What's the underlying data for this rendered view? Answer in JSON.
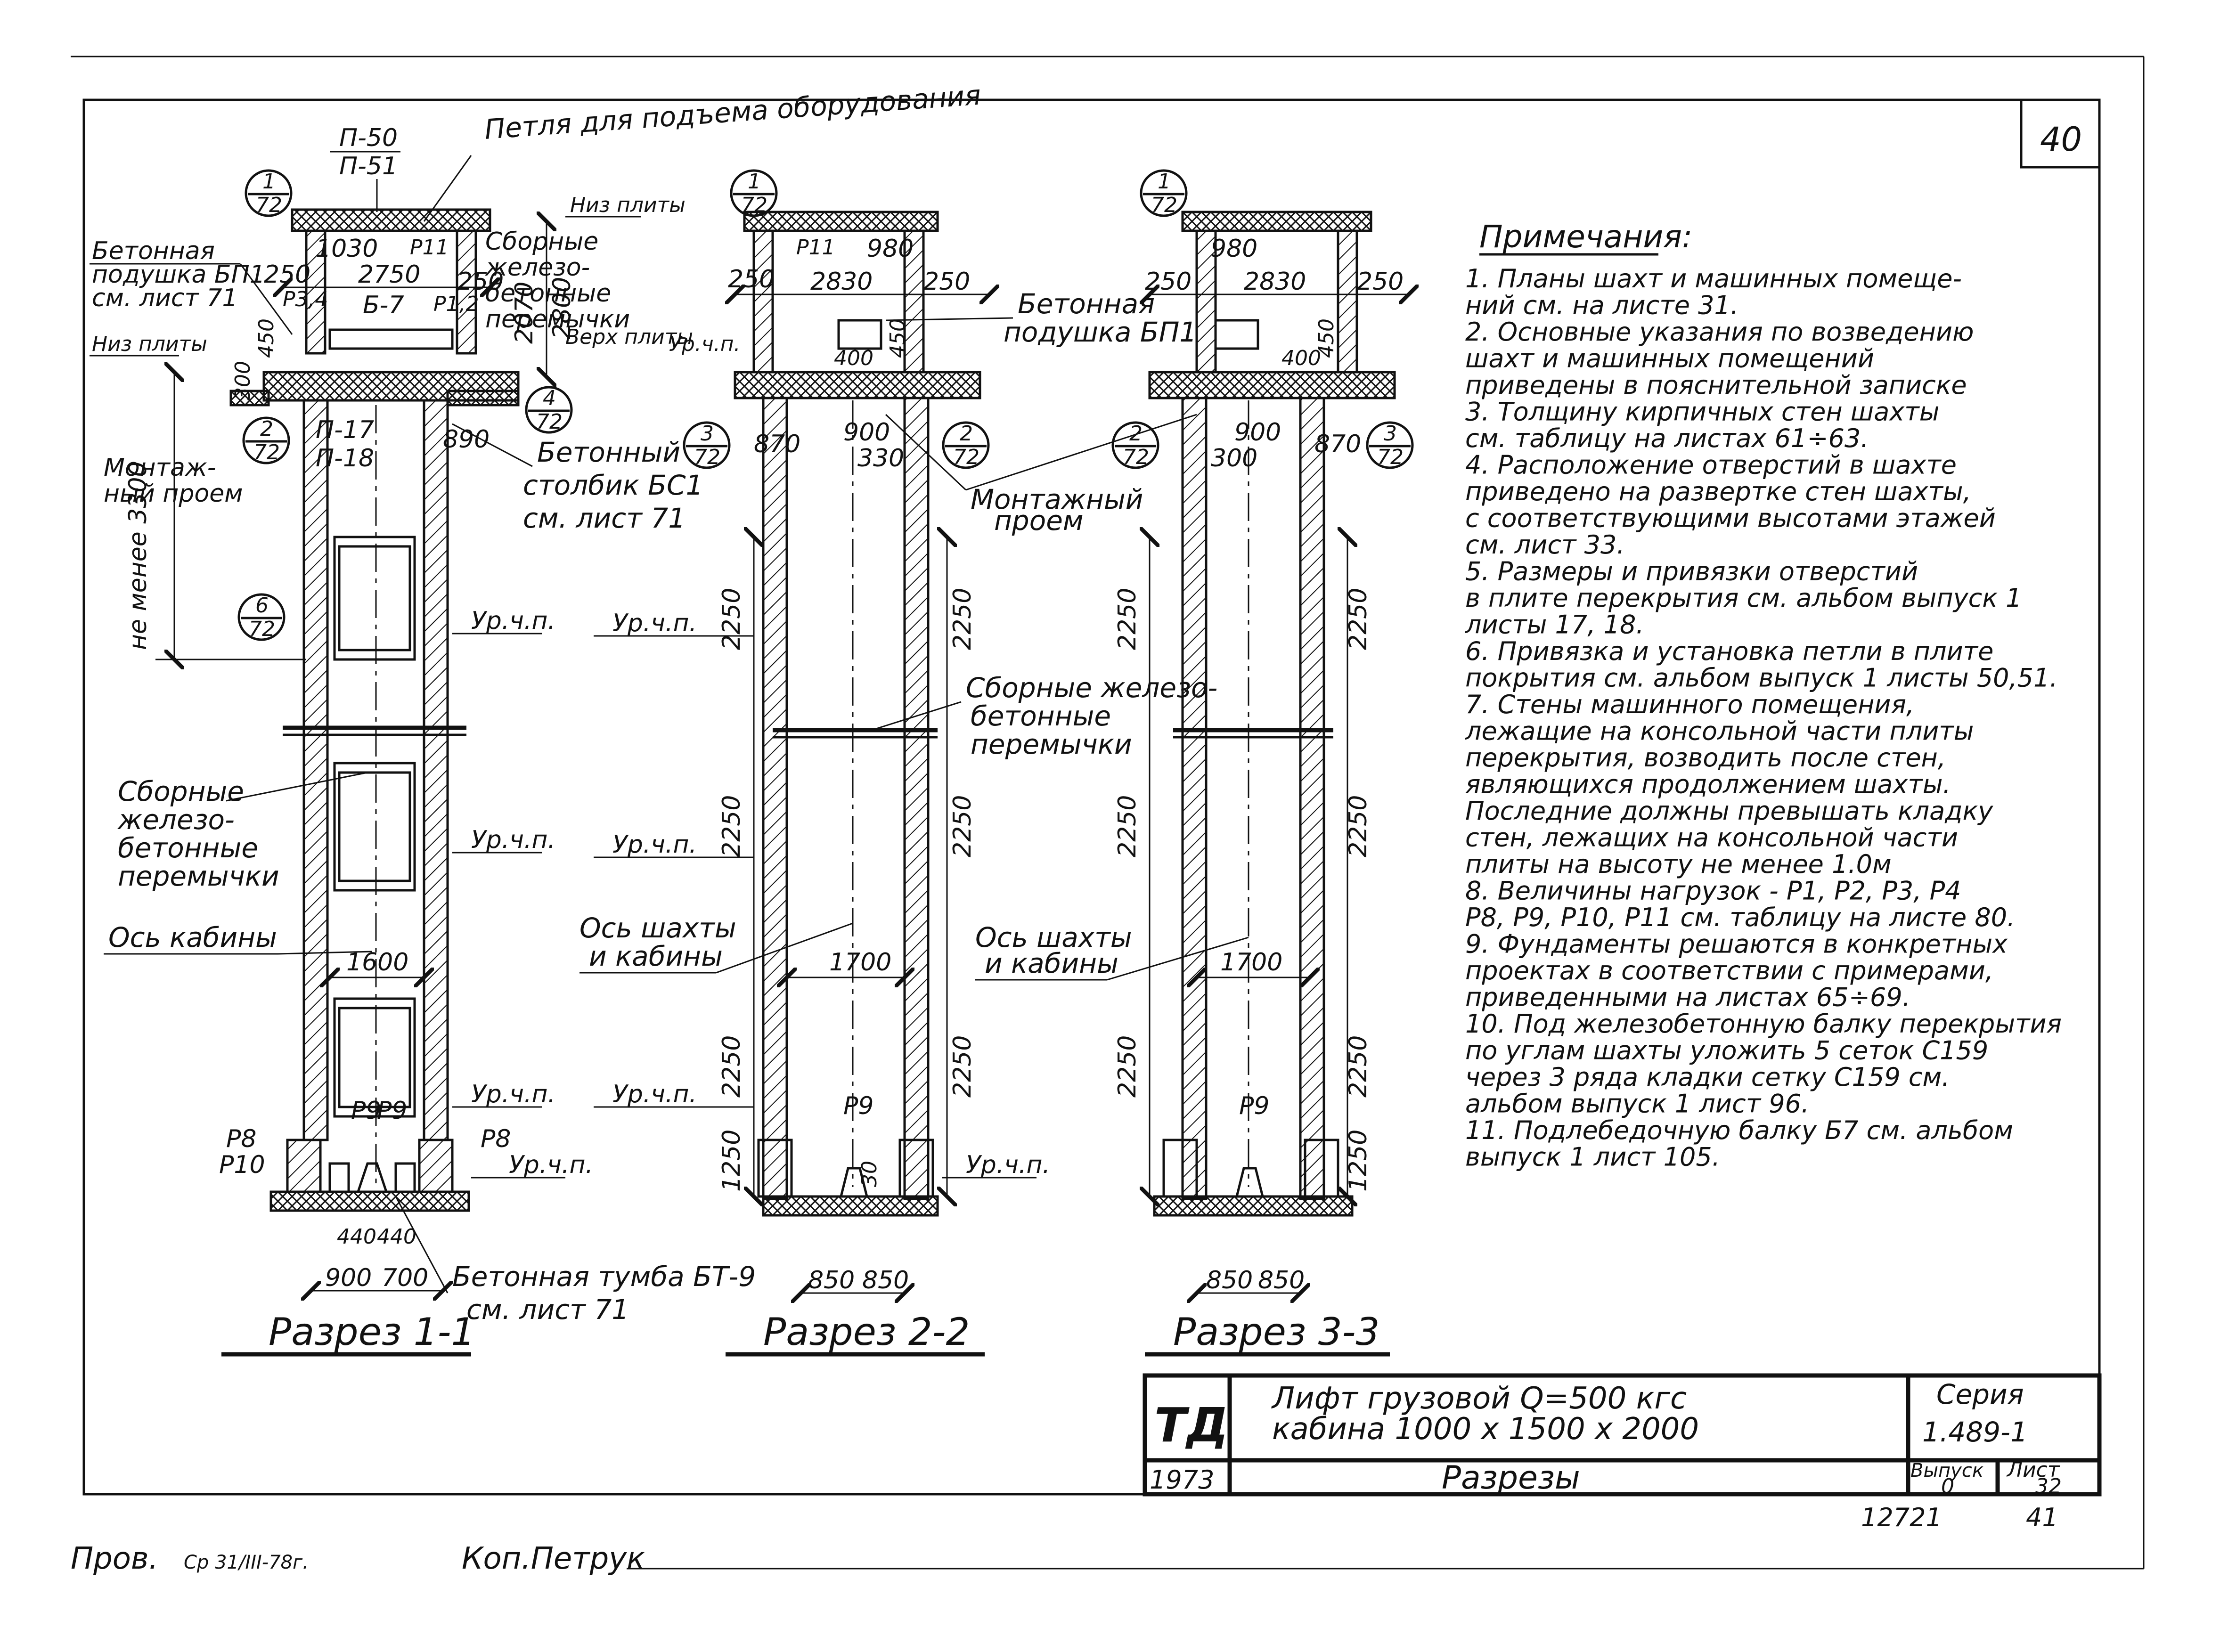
{
  "sheet": {
    "sheet_number": "40",
    "bottom_left_check": "Пров.",
    "bottom_left_check_sign": "Ср 31/III-78г.",
    "bottom_left_copy": "Коп.Петрук",
    "archive_code": "12721",
    "archive_page": "41"
  },
  "sections": {
    "s11": {
      "title": "Разрез 1-1",
      "callouts": [
        {
          "num": "1",
          "den": "72"
        },
        {
          "num": "2",
          "den": "72"
        },
        {
          "num": "6",
          "den": "72"
        },
        {
          "num": "4",
          "den": "72"
        }
      ],
      "labels": {
        "loop": "Петля для подъема оборудования",
        "p50": "П-50",
        "p51": "П-51",
        "pad": "Бетонная подушка БП1 см. лист 71",
        "bottom_slab": "Низ плиты",
        "bottom_slab2": "Низ плиты",
        "top_slab": "Верх плиты",
        "lintels_top": "Сборные железо-бетонные перемычки",
        "p17": "П-17",
        "p18": "П-18",
        "column": "Бетонный столбик БС1 см. лист 71",
        "mount_open": "Монтажный проем",
        "min_height": "не менее 3300",
        "lintels_side": "Сборные железо-бетонные перемычки",
        "cabin_axis": "Ось кабины",
        "floor_level": "Ур.ч.п.",
        "b7": "Б-7",
        "r4": "Р4",
        "r3": "Р3,4",
        "r2": "Р1,2",
        "r11": "Р11",
        "p8": "Р8",
        "p9": "Р9",
        "p10": "Р10",
        "pedestal": "Бетонная тумба БТ-9 см. лист 71"
      },
      "dims": {
        "d1030": "1030",
        "d250a": "250",
        "d2750": "2750",
        "d250b": "250",
        "d2070": "2070",
        "d2800": "2800",
        "d450": "450",
        "d300": "300",
        "d890": "890",
        "d1600": "1600",
        "d440a": "440",
        "d440b": "440",
        "d900": "900",
        "d700": "700"
      }
    },
    "s22": {
      "title": "Разрез 2-2",
      "callouts": [
        {
          "num": "1",
          "den": "72"
        },
        {
          "num": "3",
          "den": "72"
        },
        {
          "num": "2",
          "den": "72"
        }
      ],
      "labels": {
        "r11": "Р11",
        "pad": "Бетонная подушка БП1",
        "level": "Ур.ч.п.",
        "lintels": "Сборные железо-бетонные перемычки",
        "axis": "Ось шахты и кабины",
        "mount_open": "Монтажный проем",
        "p9": "Р9"
      },
      "dims": {
        "d250a": "250",
        "d2830": "2830",
        "d980": "980",
        "d250b": "250",
        "d450": "450",
        "d400": "400",
        "d870": "870",
        "d900": "900",
        "d330": "330",
        "d2250": "2250",
        "d1700": "1700",
        "d1250": "1250",
        "d850a": "850",
        "d850b": "850",
        "d30": "30"
      }
    },
    "s33": {
      "title": "Разрез 3-3",
      "callouts": [
        {
          "num": "1",
          "den": "72"
        },
        {
          "num": "2",
          "den": "72"
        },
        {
          "num": "3",
          "den": "72"
        }
      ],
      "labels": {
        "axis": "Ось шахты и кабины",
        "p9": "Р9"
      },
      "dims": {
        "d250a": "250",
        "d980": "980",
        "d2830": "2830",
        "d250b": "250",
        "d450": "450",
        "d400": "400",
        "d870": "870",
        "d900": "900",
        "d300": "300",
        "d2250": "2250",
        "d1700": "1700",
        "d1250": "1250",
        "d850a": "850",
        "d850b": "850"
      }
    }
  },
  "notes": {
    "title": "Примечания:",
    "lines": [
      "1. Планы шахт и машинных помеще-",
      "ний см. на листе 31.",
      "2. Основные указания по возведению",
      "шахт и машинных помещений",
      "приведены в пояснительной записке",
      "3. Толщину кирпичных стен шахты",
      "см. таблицу на листах 61÷63.",
      "4. Расположение отверстий в шахте",
      "приведено на развертке стен шахты,",
      "с соответствующими высотами этажей",
      "см. лист 33.",
      "5. Размеры и привязки отверстий",
      "в плите перекрытия см. альбом выпуск 1",
      "листы 17, 18.",
      "6. Привязка и установка петли в плите",
      "покрытия см. альбом выпуск 1 листы 50,51.",
      "7. Стены машинного помещения,",
      "лежащие на консольной части плиты",
      "перекрытия, возводить после стен,",
      "являющихся продолжением шахты.",
      "Последние должны превышать кладку",
      "стен, лежащих на консольной части",
      "плиты на высоту не менее 1.0м",
      "8. Величины нагрузок - Р1, Р2, Р3, Р4",
      "Р8, Р9, Р10, Р11 см. таблицу на листе 80.",
      "9. Фундаменты решаются в конкретных",
      "проектах в соответствии с примерами,",
      "приведенными на листах 65÷69.",
      "10. Под железобетонную балку перекрытия",
      "по углам шахты уложить 5 сеток С159",
      "через 3 ряда кладки сетку С159 см.",
      "альбом выпуск 1 лист 96.",
      "11. Подлебедочную балку Б7 см. альбом",
      "выпуск 1 лист 105."
    ]
  },
  "title_block": {
    "logo": "ТД",
    "year": "1973",
    "title_line1": "Лифт грузовой Q=500 кгс",
    "title_line2": "кабина 1000 х 1500 х 2000",
    "subtitle": "Разрезы",
    "series_label": "Серия",
    "series_value": "1.489-1",
    "issue_label": "Выпуск",
    "issue_value": "0",
    "sheet_label": "Лист",
    "sheet_value": "32"
  }
}
